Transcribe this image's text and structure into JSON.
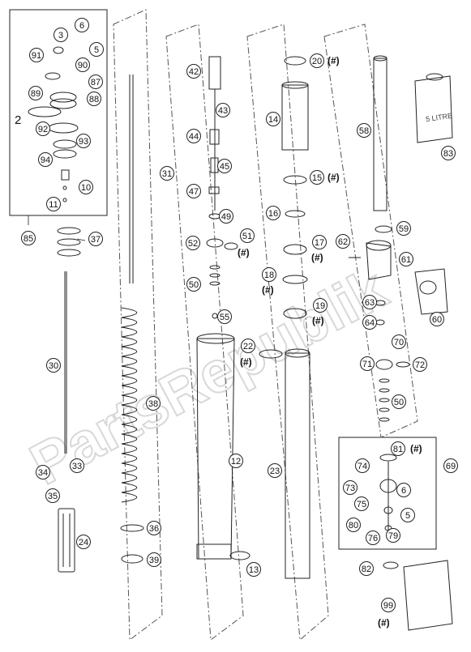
{
  "watermark": "PartsRepublik",
  "can_label": "5 LITRE",
  "hash_mark": "(#)",
  "callouts": {
    "c2": "2",
    "c3": "3",
    "c5a": "5",
    "c6a": "6",
    "c5b": "5",
    "c6b": "6",
    "c10": "10",
    "c11": "11",
    "c12": "12",
    "c13": "13",
    "c14": "14",
    "c15": "15",
    "c16": "16",
    "c17": "17",
    "c18": "18",
    "c19": "19",
    "c20": "20",
    "c22": "22",
    "c23": "23",
    "c24": "24",
    "c30": "30",
    "c31": "31",
    "c33": "33",
    "c34": "34",
    "c35": "35",
    "c36": "36",
    "c37": "37",
    "c38": "38",
    "c39": "39",
    "c42": "42",
    "c43": "43",
    "c44": "44",
    "c45": "45",
    "c47": "47",
    "c49": "49",
    "c50a": "50",
    "c50b": "50",
    "c51": "51",
    "c52": "52",
    "c55": "55",
    "c58": "58",
    "c59": "59",
    "c60": "60",
    "c61": "61",
    "c62": "62",
    "c63": "63",
    "c64": "64",
    "c69": "69",
    "c70": "70",
    "c71": "71",
    "c72": "72",
    "c73": "73",
    "c74": "74",
    "c75": "75",
    "c76": "76",
    "c79": "79",
    "c80": "80",
    "c81": "81",
    "c82": "82",
    "c83": "83",
    "c85": "85",
    "c87": "87",
    "c88": "88",
    "c89": "89",
    "c90": "90",
    "c91": "91",
    "c92": "92",
    "c93": "93",
    "c94": "94",
    "c99": "99"
  }
}
